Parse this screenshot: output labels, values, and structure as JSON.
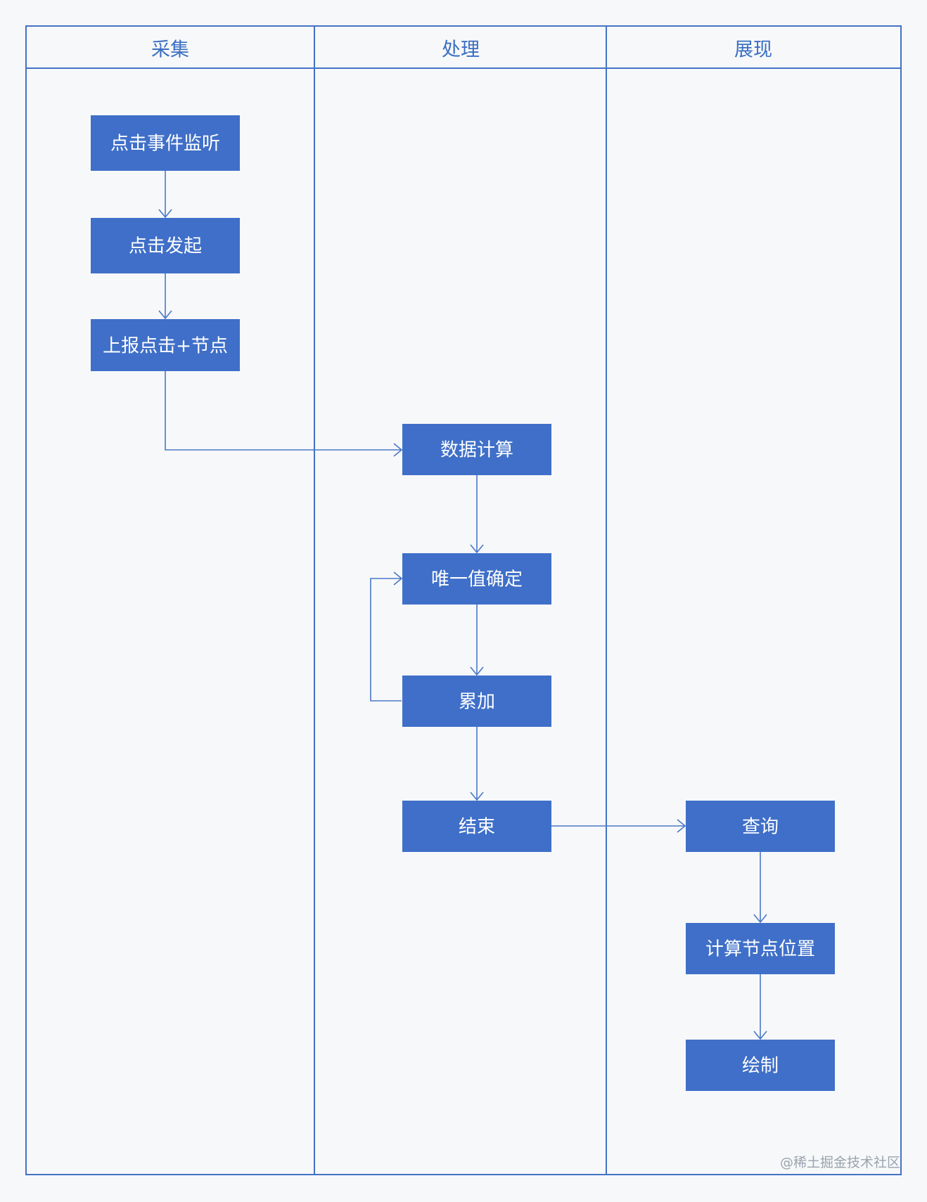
{
  "lanes": [
    {
      "id": "collect",
      "title": "采集"
    },
    {
      "id": "process",
      "title": "处理"
    },
    {
      "id": "display",
      "title": "展现"
    }
  ],
  "nodes": [
    {
      "id": "click-listen",
      "label": "点击事件监听",
      "lane": "collect"
    },
    {
      "id": "click-fire",
      "label": "点击发起",
      "lane": "collect"
    },
    {
      "id": "report",
      "label": "上报点击+节点",
      "lane": "collect"
    },
    {
      "id": "compute",
      "label": "数据计算",
      "lane": "process"
    },
    {
      "id": "unique",
      "label": "唯一值确定",
      "lane": "process"
    },
    {
      "id": "accumulate",
      "label": "累加",
      "lane": "process"
    },
    {
      "id": "end",
      "label": "结束",
      "lane": "process"
    },
    {
      "id": "query",
      "label": "查询",
      "lane": "display"
    },
    {
      "id": "calc-pos",
      "label": "计算节点位置",
      "lane": "display"
    },
    {
      "id": "draw",
      "label": "绘制",
      "lane": "display"
    }
  ],
  "edges": [
    {
      "from": "click-listen",
      "to": "click-fire"
    },
    {
      "from": "click-fire",
      "to": "report"
    },
    {
      "from": "report",
      "to": "compute"
    },
    {
      "from": "compute",
      "to": "unique"
    },
    {
      "from": "unique",
      "to": "accumulate"
    },
    {
      "from": "accumulate",
      "to": "unique"
    },
    {
      "from": "accumulate",
      "to": "end"
    },
    {
      "from": "end",
      "to": "query"
    },
    {
      "from": "query",
      "to": "calc-pos"
    },
    {
      "from": "calc-pos",
      "to": "draw"
    }
  ],
  "watermark": "@稀土掘金技术社区"
}
